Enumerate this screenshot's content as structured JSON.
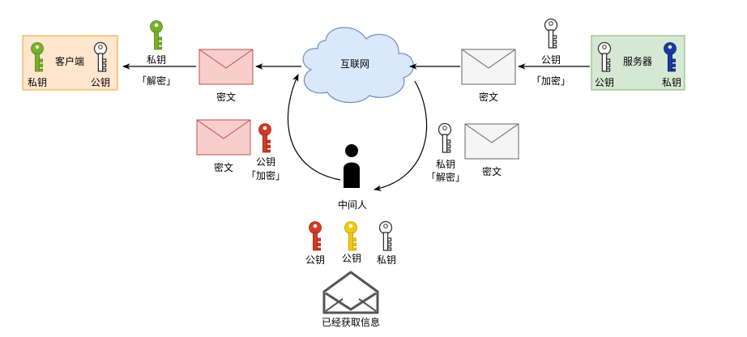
{
  "client": {
    "title": "客户端",
    "private_key": "私钥",
    "public_key": "公钥"
  },
  "server": {
    "title": "服务器",
    "public_key": "公钥",
    "private_key": "私钥"
  },
  "internet": {
    "label": "互联网"
  },
  "client_side": {
    "key_label": "私钥",
    "action": "「解密」",
    "cipher_label": "密文"
  },
  "server_side": {
    "key_label": "公钥",
    "action": "「加密」",
    "cipher_label": "密文"
  },
  "mitm_left": {
    "cipher_label": "密文",
    "key_label": "公钥",
    "action": "「加密」"
  },
  "mitm_right": {
    "key_label": "私钥",
    "action": "「解密」",
    "cipher_label": "密文"
  },
  "mitm": {
    "label": "中间人"
  },
  "mitm_keys": {
    "key1": "公钥",
    "key2": "公钥",
    "key3": "私钥"
  },
  "result": {
    "label": "已经获取信息"
  },
  "colors": {
    "green_key": "#77b02a",
    "red_key": "#d13b27",
    "yellow_key": "#f2c811",
    "blue_key": "#1b3aa0",
    "client_box_fill": "#ffe6cc",
    "client_box_stroke": "#f0a030",
    "server_box_fill": "#d5e8d4",
    "server_box_stroke": "#82b366",
    "red_envelope_fill": "#f8cecc",
    "red_envelope_stroke": "#b85450",
    "gray_envelope_fill": "#f5f5f5",
    "gray_envelope_stroke": "#666666",
    "cloud_fill": "#dae8fc",
    "cloud_stroke": "#6c8ebf"
  }
}
